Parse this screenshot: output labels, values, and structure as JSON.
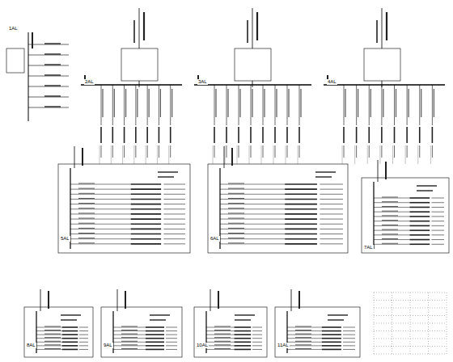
{
  "diagram": {
    "labels": [
      "1AL",
      "2AL",
      "3AL",
      "4AL",
      "5AL",
      "6AL",
      "7AL",
      "8AL",
      "9AL",
      "10AL",
      "11AL"
    ]
  }
}
